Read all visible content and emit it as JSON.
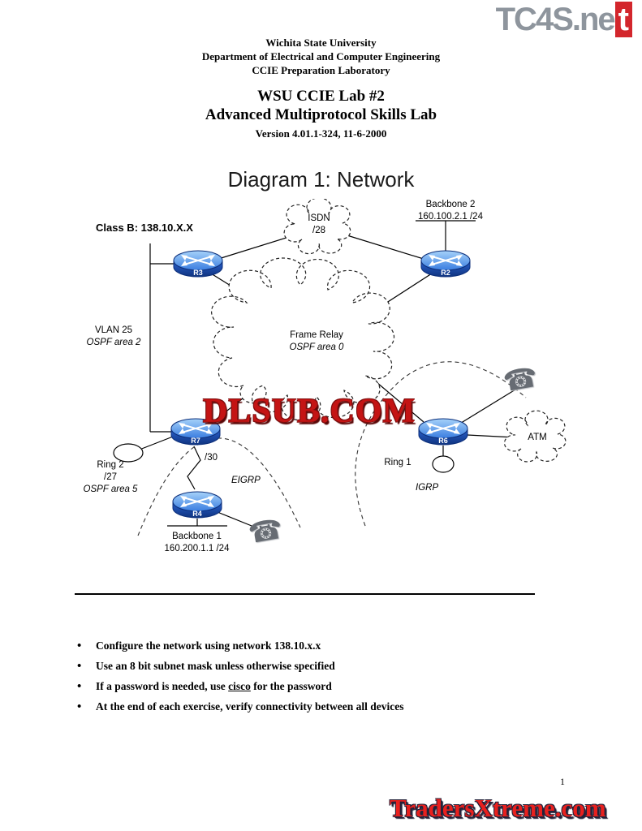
{
  "watermarks": {
    "top_logo_main": "TC4S.ne",
    "top_logo_accent": "t",
    "center": "DLSUB.COM",
    "bottom": "TradersXtreme.com"
  },
  "colors": {
    "logo_accent_red": "#d3262c",
    "center_watermark_red": "#c41414",
    "banner_red": "#e8201e",
    "router_blue": "#2f6fe0"
  },
  "icons": {
    "phone": "☎",
    "bullet": "•"
  },
  "header": {
    "university": "Wichita State University",
    "department": "Department of Electrical and Computer Engineering",
    "lab": "CCIE Preparation Laboratory",
    "title1": "WSU CCIE Lab #2",
    "title2": "Advanced Multiprotocol Skills Lab",
    "version": "Version 4.01.1-324, 11-6-2000"
  },
  "diagram": {
    "title": "Diagram 1: Network",
    "class_b": "Class B: 138.10.X.X",
    "isdn": {
      "name": "ISDN",
      "mask": "/28"
    },
    "backbone2": {
      "name": "Backbone 2",
      "ip": "160.100.2.1 /24"
    },
    "frame_relay": {
      "name": "Frame Relay",
      "area": "OSPF area 0"
    },
    "vlan": {
      "name": "VLAN 25",
      "area": "OSPF area 2"
    },
    "ring2": {
      "name": "Ring 2",
      "mask": "/27",
      "area": "OSPF area 5"
    },
    "ring1": {
      "name": "Ring 1"
    },
    "atm": "ATM",
    "link30": "/30",
    "eigrp": "EIGRP",
    "igrp": "IGRP",
    "backbone1": {
      "name": "Backbone 1",
      "ip": "160.200.1.1 /24"
    },
    "routers": {
      "r3": "R3",
      "r2": "R2",
      "r7": "R7",
      "r6": "R6",
      "r4": "R4"
    }
  },
  "bullets": {
    "b1": "Configure the network using network 138.10.x.x",
    "b2": "Use an 8 bit subnet mask unless otherwise specified",
    "b3_pre": "If a password is needed, use ",
    "b3_underline": "cisco",
    "b3_post": " for the password",
    "b4": "At the end of each exercise, verify connectivity between all devices"
  },
  "page_number": "1"
}
